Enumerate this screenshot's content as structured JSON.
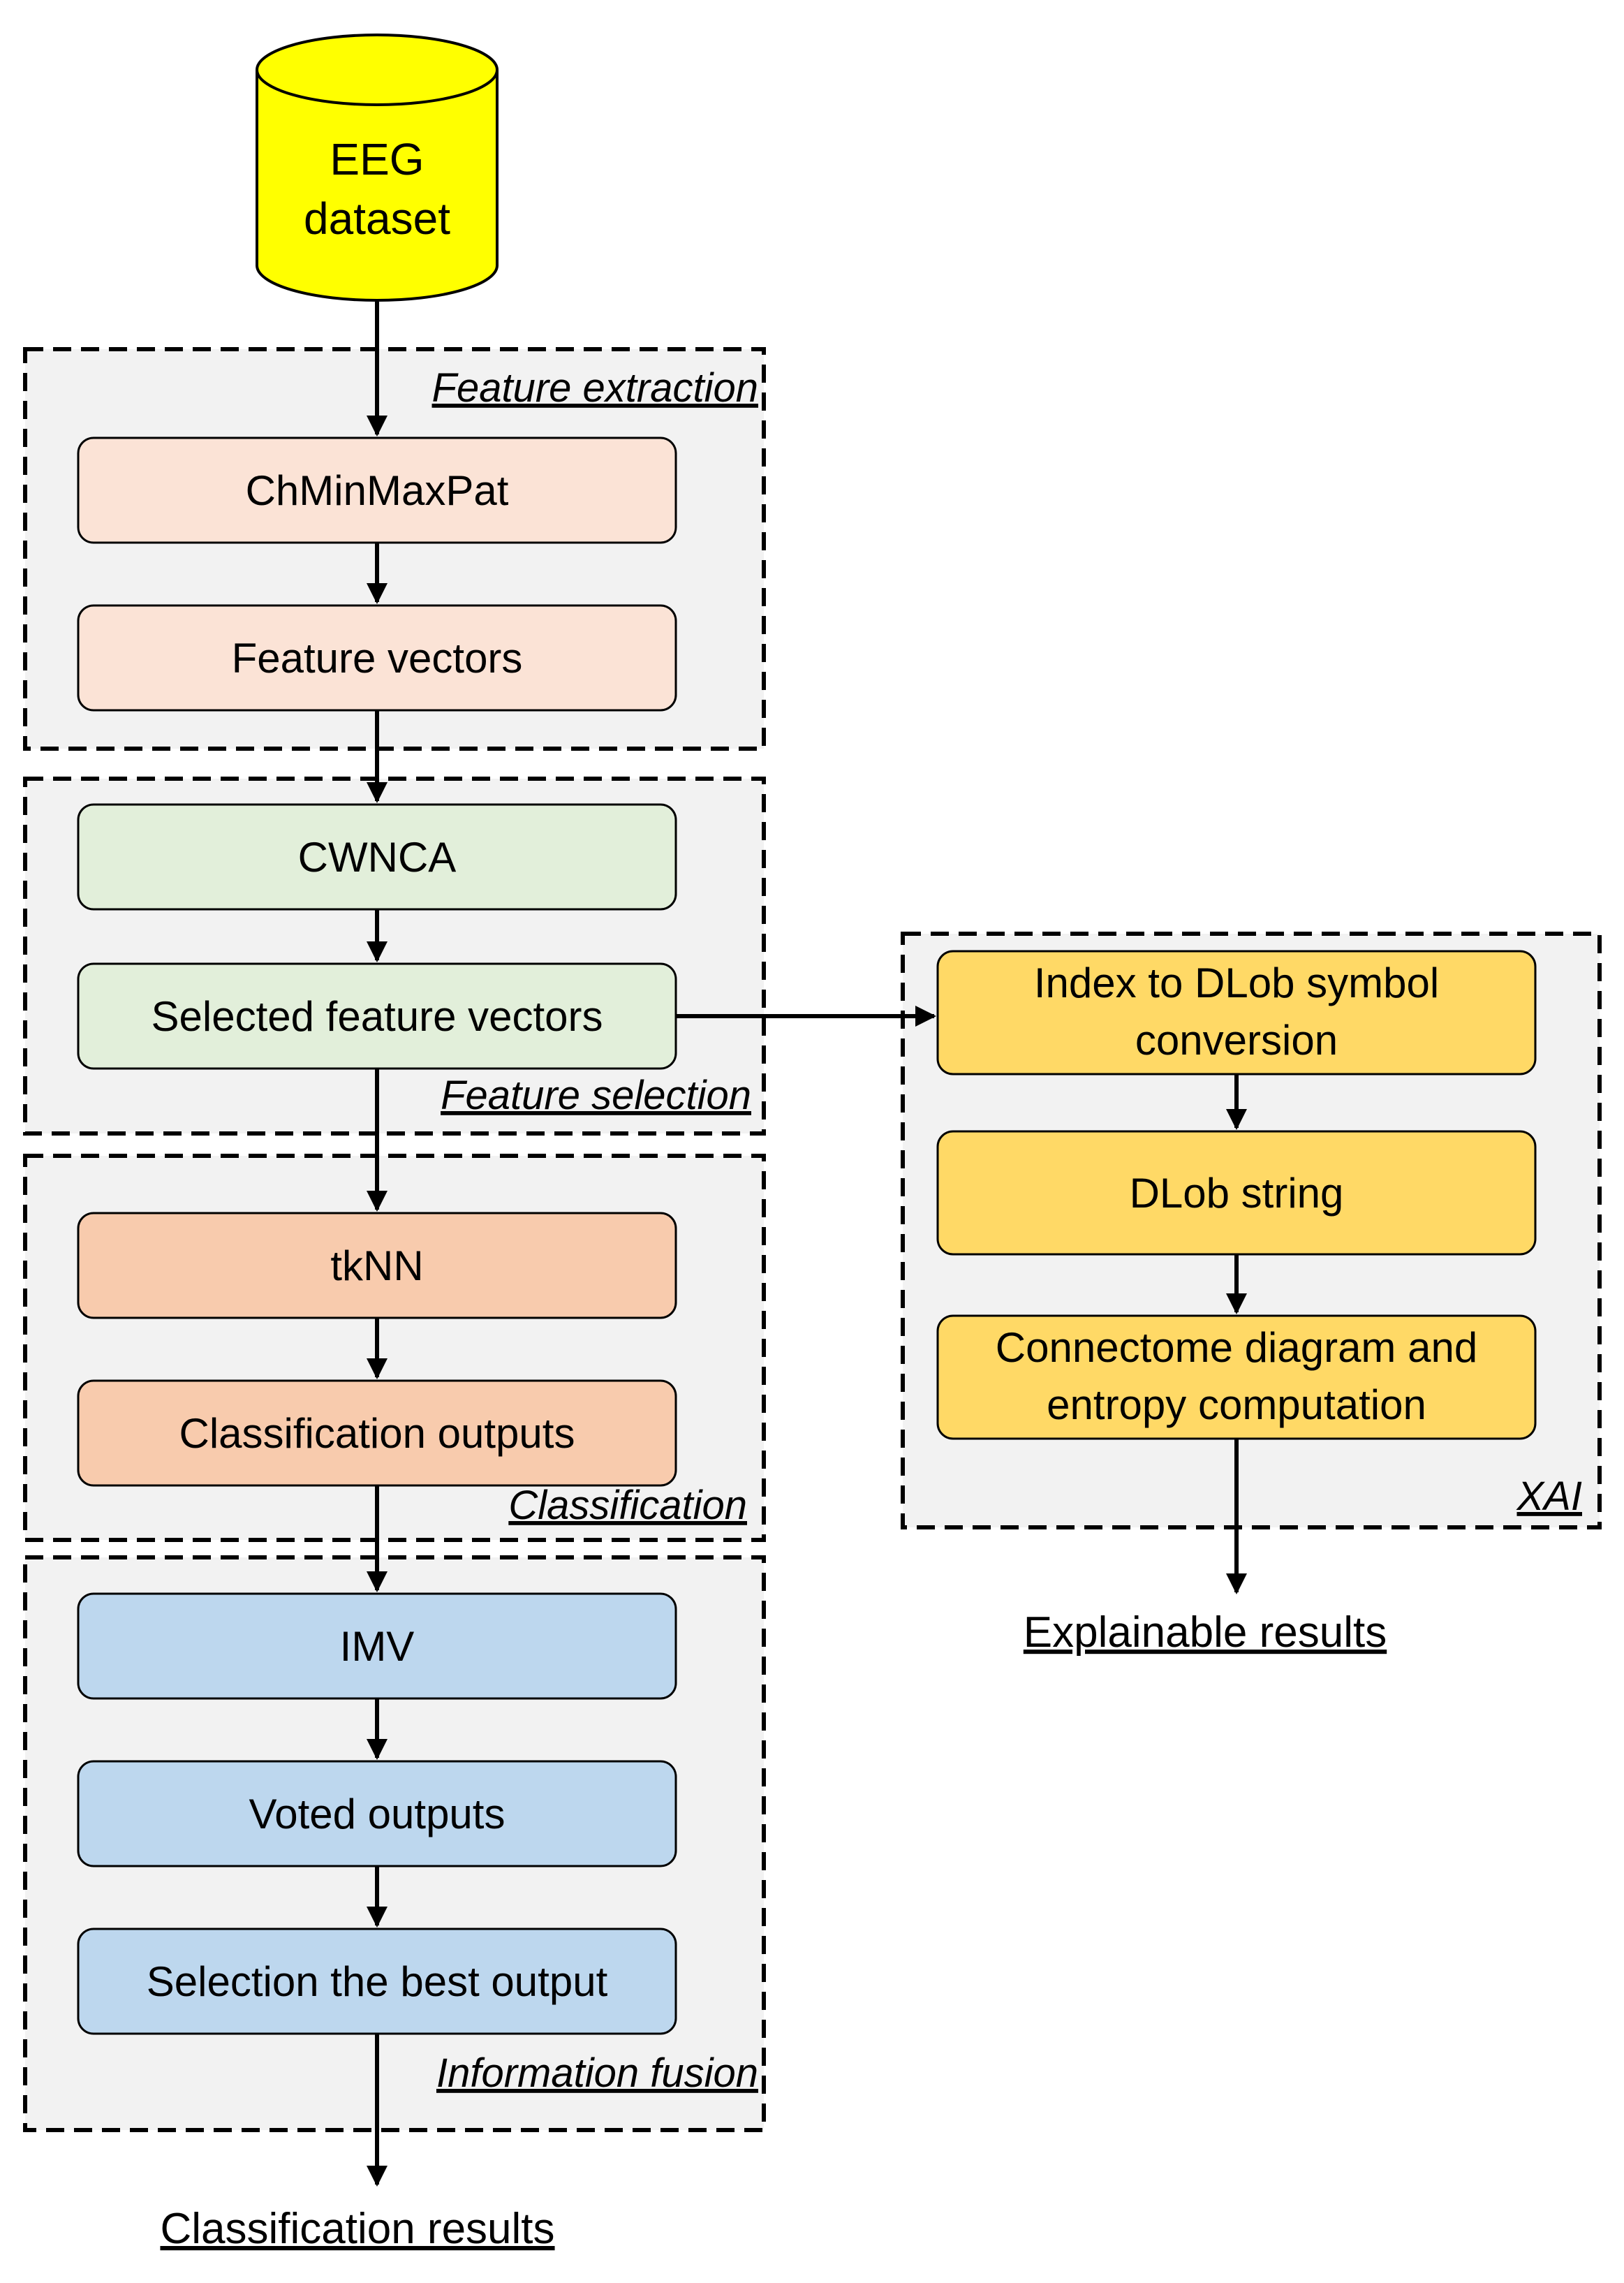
{
  "database": {
    "label_line1": "EEG",
    "label_line2": "dataset"
  },
  "groups": {
    "feature_extraction": {
      "title": "Feature extraction",
      "boxes": [
        "ChMinMaxPat",
        "Feature vectors"
      ]
    },
    "feature_selection": {
      "title": "Feature selection",
      "boxes": [
        "CWNCA",
        "Selected feature vectors"
      ]
    },
    "classification": {
      "title": "Classification",
      "boxes": [
        "tkNN",
        "Classification outputs"
      ]
    },
    "information_fusion": {
      "title": "Information fusion",
      "boxes": [
        "IMV",
        "Voted outputs",
        "Selection the best output"
      ]
    },
    "xai": {
      "title": "XAI",
      "box1_line1": "Index to DLob symbol",
      "box1_line2": "conversion",
      "box2": "DLob string",
      "box3_line1": "Connectome diagram and",
      "box3_line2": "entropy computation"
    }
  },
  "outputs": {
    "classification_results": "Classification results",
    "explainable_results": "Explainable results"
  },
  "colors": {
    "database_fill": "#ffff00",
    "extraction_fill": "#fbe3d6",
    "selection_fill": "#e2efda",
    "classification_fill": "#f8cbad",
    "fusion_fill": "#bdd7ee",
    "xai_fill": "#ffd966",
    "group_fill": "#f2f2f2"
  }
}
